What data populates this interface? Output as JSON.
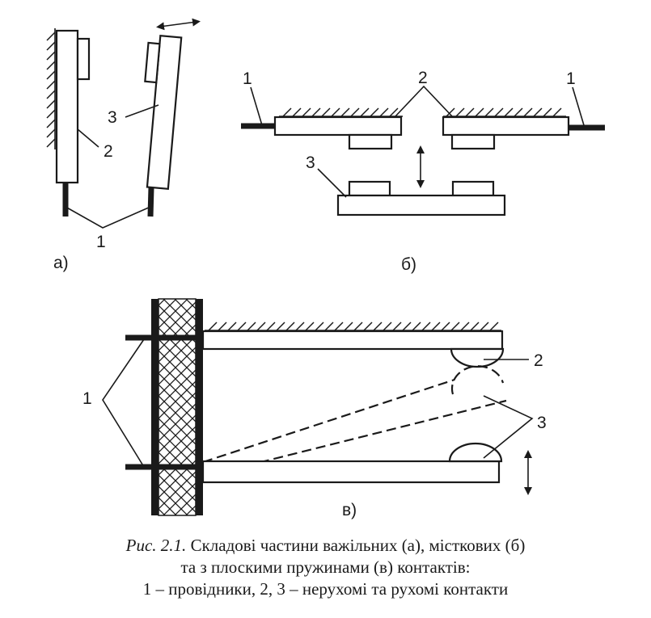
{
  "figure": {
    "panel_a": {
      "label": "а)",
      "callouts": [
        "1",
        "2",
        "3"
      ]
    },
    "panel_b": {
      "label": "б)",
      "callouts": [
        "1",
        "2",
        "1",
        "3"
      ]
    },
    "panel_v": {
      "label": "в)",
      "callouts": [
        "1",
        "2",
        "3"
      ]
    }
  },
  "caption": {
    "figure_number": "Рис. 2.1.",
    "line1": "Складові частини важільних (а), місткових (б)",
    "line2": "та з плоскими пружинами (в) контактів:",
    "line3": "1 – провідники, 2, 3 – нерухомі та рухомі контакти"
  }
}
